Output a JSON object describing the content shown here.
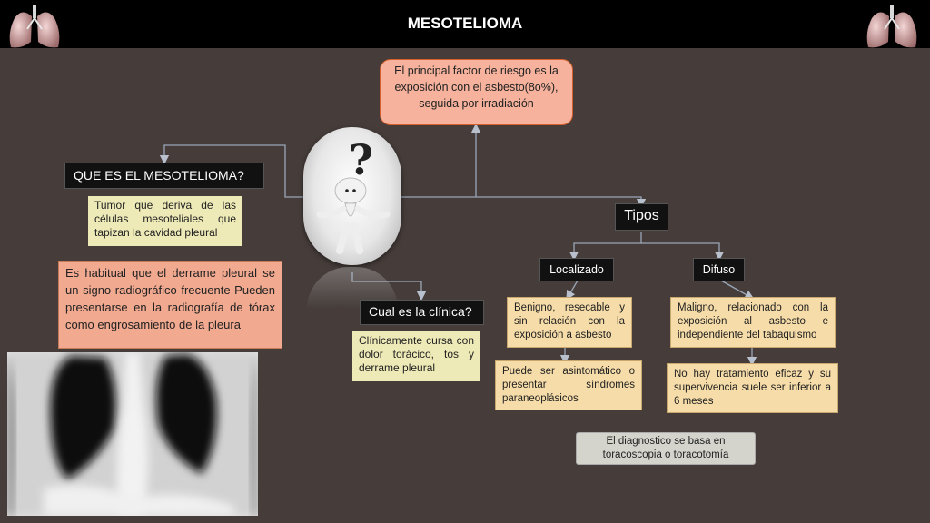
{
  "title": "MESOTELIOMA",
  "nodes": {
    "factor_riesgo": "El principal factor de riesgo es la exposición con el asbesto(8o%), seguida por irradiación",
    "que_es": "QUE ES EL MESOTELIOMA?",
    "definicion": "Tumor que deriva de las células mesoteliales que tapizan la cavidad pleural",
    "derrame": "Es habitual que el derrame pleural se un signo radiográfico frecuente Pueden presentarse en la radiografía de tórax como engrosamiento de la pleura",
    "clinica": "Cual es la clínica?",
    "clinica_desc": "Clínicamente cursa con dolor torácico, tos y derrame pleural",
    "tipos": "Tipos",
    "localizado": "Localizado",
    "difuso": "Difuso",
    "localizado_desc": "Benigno, resecable y sin relación con la exposición a asbesto",
    "localizado_sintomas": "Puede ser asintomático o presentar síndromes paraneoplásicos",
    "difuso_desc": "Maligno, relacionado con la exposición al asbesto e independiente del tabaquismo",
    "difuso_pronostico": "No hay tratamiento eficaz y su supervivencia suele ser inferior a 6 meses",
    "diagnostico": "El diagnostico se basa en toracoscopia o toracotomía"
  },
  "icons": [
    "lungs-icon",
    "question-mark-icon",
    "thinking-figure-icon",
    "chest-xray-image"
  ],
  "colors": {
    "background": "#463d3a",
    "header": "#000000",
    "pink_box": "#f1a990",
    "beige_box": "#f6dca8",
    "cream_box": "#eeeab7",
    "grey_box": "#d4d4cd",
    "connector": "#9aa6b8"
  }
}
